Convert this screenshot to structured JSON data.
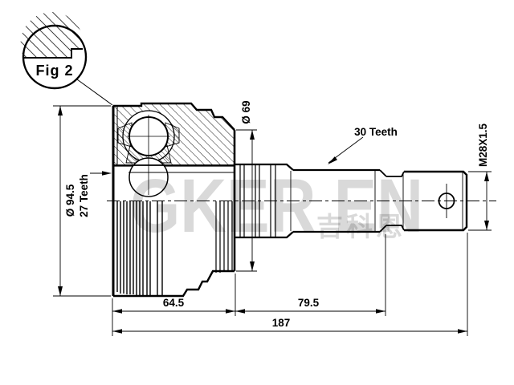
{
  "figure": {
    "label": "Fig 2"
  },
  "labels": {
    "housing_outer_diameter": "Ø 94.5",
    "inner_spline_teeth": "27 Teeth",
    "shoulder_diameter": "Ø 69",
    "shaft_spline_teeth": "30 Teeth",
    "thread_spec": "M28X1.5",
    "housing_length": "64.5",
    "shaft_length": "79.5",
    "overall_length": "187"
  },
  "watermark": {
    "latin": "GKER EN",
    "cn": "吉科恩"
  },
  "colors": {
    "line": "#000000",
    "background": "#ffffff",
    "watermark_gray": "#d6d6d6"
  }
}
